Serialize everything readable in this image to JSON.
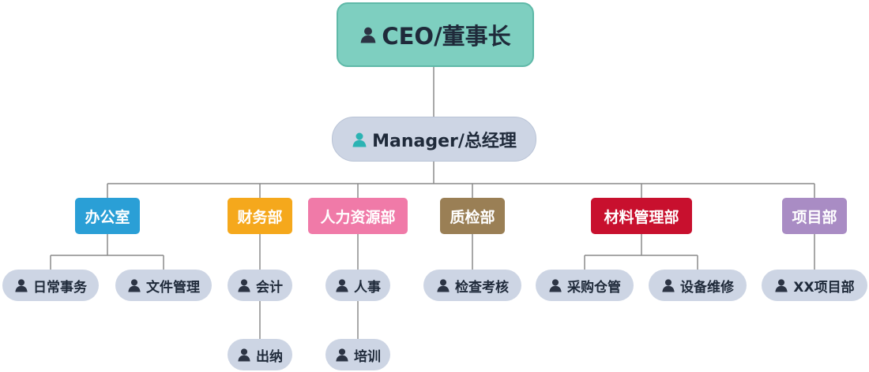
{
  "ceo": {
    "label": "CEO/董事长",
    "icon": "person-icon",
    "color": "#7ecfc0"
  },
  "manager": {
    "label": "Manager/总经理",
    "icon": "person-icon",
    "color": "#cdd5e4"
  },
  "departments": [
    {
      "name": "办公室",
      "color": "#2a9fd6",
      "children": [
        "日常事务",
        "文件管理"
      ]
    },
    {
      "name": "财务部",
      "color": "#f5a81c",
      "children": [
        "会计",
        "出纳"
      ]
    },
    {
      "name": "人力资源部",
      "color": "#f07aa8",
      "children": [
        "人事",
        "培训"
      ]
    },
    {
      "name": "质检部",
      "color": "#9a7f55",
      "children": [
        "检查考核"
      ]
    },
    {
      "name": "材料管理部",
      "color": "#c8102e",
      "children": [
        "采购仓管",
        "设备维修"
      ]
    },
    {
      "name": "项目部",
      "color": "#a98cc4",
      "children": [
        "XX项目部"
      ]
    }
  ],
  "colors": {
    "connector": "#8a8a8a",
    "leaf_bg": "#cdd5e4",
    "person_icon": "#2c3444",
    "manager_icon": "#2bb3b3"
  }
}
